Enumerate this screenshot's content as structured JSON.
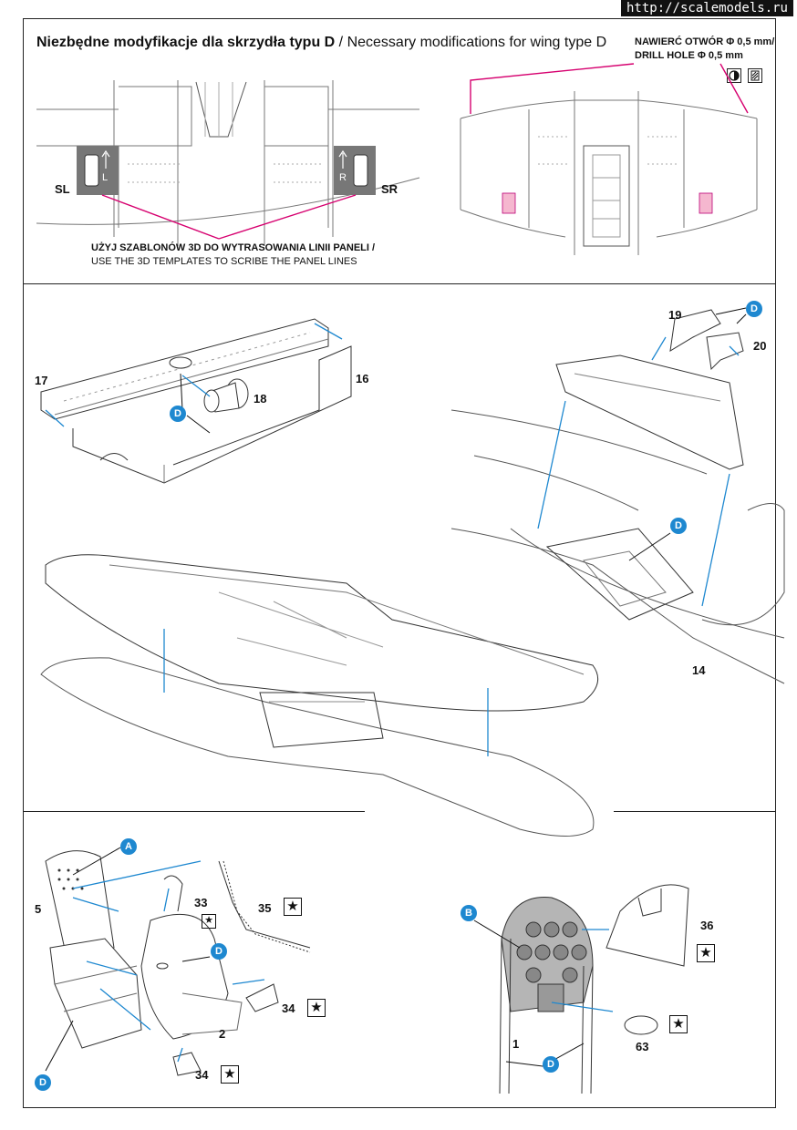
{
  "watermark": "http://scalemodels.ru",
  "section1": {
    "title_pl": "Niezbędne modyfikacje dla skrzydła typu D",
    "title_sep": " / ",
    "title_en": "Necessary modifications for wing type D",
    "drill_pl": "NAWIERĆ OTWÓR Φ 0,5 mm/",
    "drill_en": "DRILL HOLE Φ 0,5 mm",
    "icon_left": "half-circle-icon",
    "icon_right": "hatched-square-icon",
    "label_sl": "SL",
    "label_sr": "SR",
    "template_l": "L",
    "template_r": "R",
    "note_pl": "UŻYJ SZABLONÓW 3D DO WYTRASOWANIA LINII PANELI /",
    "note_en": "USE THE 3D TEMPLATES TO SCRIBE THE PANEL LINES",
    "accent_magenta": "#d6006f",
    "accent_pink": "#f5b7cf"
  },
  "section2": {
    "parts": [
      "17",
      "16",
      "18",
      "19",
      "20",
      "14"
    ],
    "callout": "D",
    "arrow_color": "#1e88d0"
  },
  "section3": {
    "parts": [
      "5",
      "33",
      "35",
      "34",
      "2",
      "34",
      "36",
      "1",
      "63"
    ],
    "callouts": [
      "A",
      "D",
      "D",
      "B",
      "D"
    ],
    "star": "★"
  }
}
